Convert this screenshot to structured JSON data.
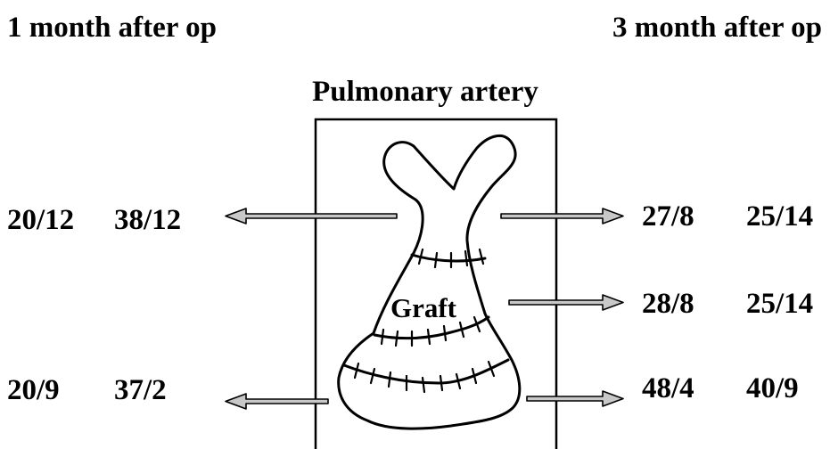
{
  "headings": {
    "left": "1 month after op",
    "right": "3 month after op",
    "center": "Pulmonary artery"
  },
  "graft_label": "Graft",
  "left_readings": {
    "upper": [
      "20/12",
      "38/12"
    ],
    "lower": [
      "20/9",
      "37/2"
    ]
  },
  "right_readings": {
    "upper": [
      "27/8",
      "25/14"
    ],
    "middle": [
      "28/8",
      "25/14"
    ],
    "lower": [
      "48/4",
      "40/9"
    ]
  },
  "colors": {
    "ink": "#000000",
    "arrow_fill": "#c8c8c8",
    "background": "#ffffff"
  }
}
